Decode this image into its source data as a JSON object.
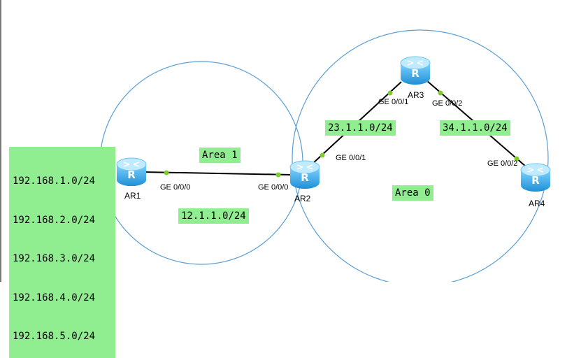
{
  "routes": [
    "192.168.1.0/24",
    "192.168.2.0/24",
    "192.168.3.0/24",
    "192.168.4.0/24",
    "192.168.5.0/24"
  ],
  "areas": {
    "area1": "Area 1",
    "area0": "Area 0"
  },
  "subnets": {
    "ar1_ar2": "12.1.1.0/24",
    "ar2_ar3": "23.1.1.0/24",
    "ar3_ar4": "34.1.1.0/24"
  },
  "routers": {
    "ar1": "AR1",
    "ar2": "AR2",
    "ar3": "AR3",
    "ar4": "AR4"
  },
  "interfaces": {
    "ar1_ge000": "GE 0/0/0",
    "ar2_ge000": "GE 0/0/0",
    "ar2_ge001": "GE 0/0/1",
    "ar3_ge001": "GE 0/0/1",
    "ar3_ge002": "GE 0/0/2",
    "ar4_ge002": "GE 0/0/2"
  },
  "colors": {
    "area_circle": "#5a9fd4",
    "label_bg": "#90ee90",
    "link_dot": "#7ccc2a",
    "router_body": "#39a7e8"
  }
}
